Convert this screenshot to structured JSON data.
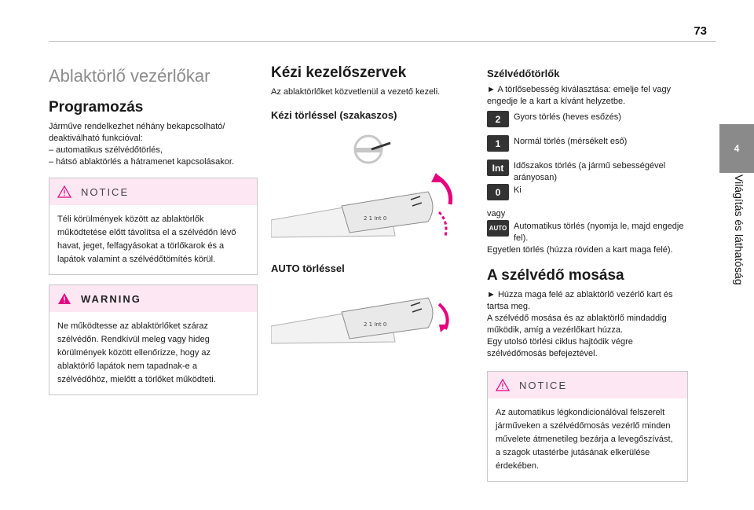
{
  "page_number": "73",
  "side_tab": {
    "number": "4",
    "label": "Világítás és láthatóság"
  },
  "col1": {
    "title": "Ablaktörlő vezérlőkar",
    "prog_heading": "Programozás",
    "prog_intro": "Járműve rendelkezhet néhány bekapcsolható/ deaktiválható funkcióval:",
    "prog_items": [
      "–  automatikus szélvédőtörlés,",
      "–  hátsó ablaktörlés a hátramenet kapcsolásakor."
    ],
    "notice_label": "NOTICE",
    "notice_text": "Téli körülmények között az ablaktörlők működtetése előtt távolítsa el a szélvédőn lévő havat, jeget, felfagyásokat a törlőkarok és a lapátok valamint a szélvédőtömítés körül.",
    "warning_label": "WARNING",
    "warning_text": "Ne működtesse az ablaktörlőket száraz szélvédőn. Rendkívül meleg vagy hideg körülmények között ellenőrizze, hogy az ablaktörlő lapátok nem tapadnak-e a szélvédőhöz, mielőtt a törlőket működteti."
  },
  "col2": {
    "heading": "Kézi kezelőszervek",
    "intro": "Az ablaktörlőket közvetlenül a vezető kezeli.",
    "sub1": "Kézi törléssel (szakaszos)",
    "sub2": "AUTO törléssel"
  },
  "col3": {
    "heading": "Szélvédőtörlők",
    "intro": "►  A törlősebesség kiválasztása: emelje fel vagy engedje le a kart a kívánt helyzetbe.",
    "speeds": [
      {
        "chip": "2",
        "text": "Gyors törlés (heves esőzés)"
      },
      {
        "chip": "1",
        "text": "Normál törlés (mérsékelt eső)"
      },
      {
        "chip": "Int",
        "text": "Időszakos törlés (a jármű sebességével arányosan)"
      },
      {
        "chip": "0",
        "text": "Ki"
      }
    ],
    "or": "vagy",
    "auto_chip": "AUTO",
    "auto_text": "Automatikus törlés (nyomja le, majd engedje fel).",
    "single": "Egyetlen törlés (húzza röviden a kart maga felé).",
    "wash_heading": "A szélvédő mosása",
    "wash_text1": "►  Húzza maga felé az ablaktörlő vezérlő kart és tartsa meg.",
    "wash_text2": "A szélvédő mosása és az ablaktörlő mindaddig működik, amíg a vezérlőkart húzza.",
    "wash_text3": "Egy utolsó törlési ciklus hajtódik végre szélvédőmosás befejeztével.",
    "notice_label": "NOTICE",
    "notice_text": "Az automatikus légkondicionálóval felszerelt járműveken a szélvédőmosás vezérlő minden művelete átmenetileg bezárja a levegőszívást, a szagok utastérbe jutásának elkerülése érdekében."
  },
  "colors": {
    "notice_bg": "#fde7f3",
    "accent": "#e6007e",
    "warning_icon": "#e6007e"
  }
}
